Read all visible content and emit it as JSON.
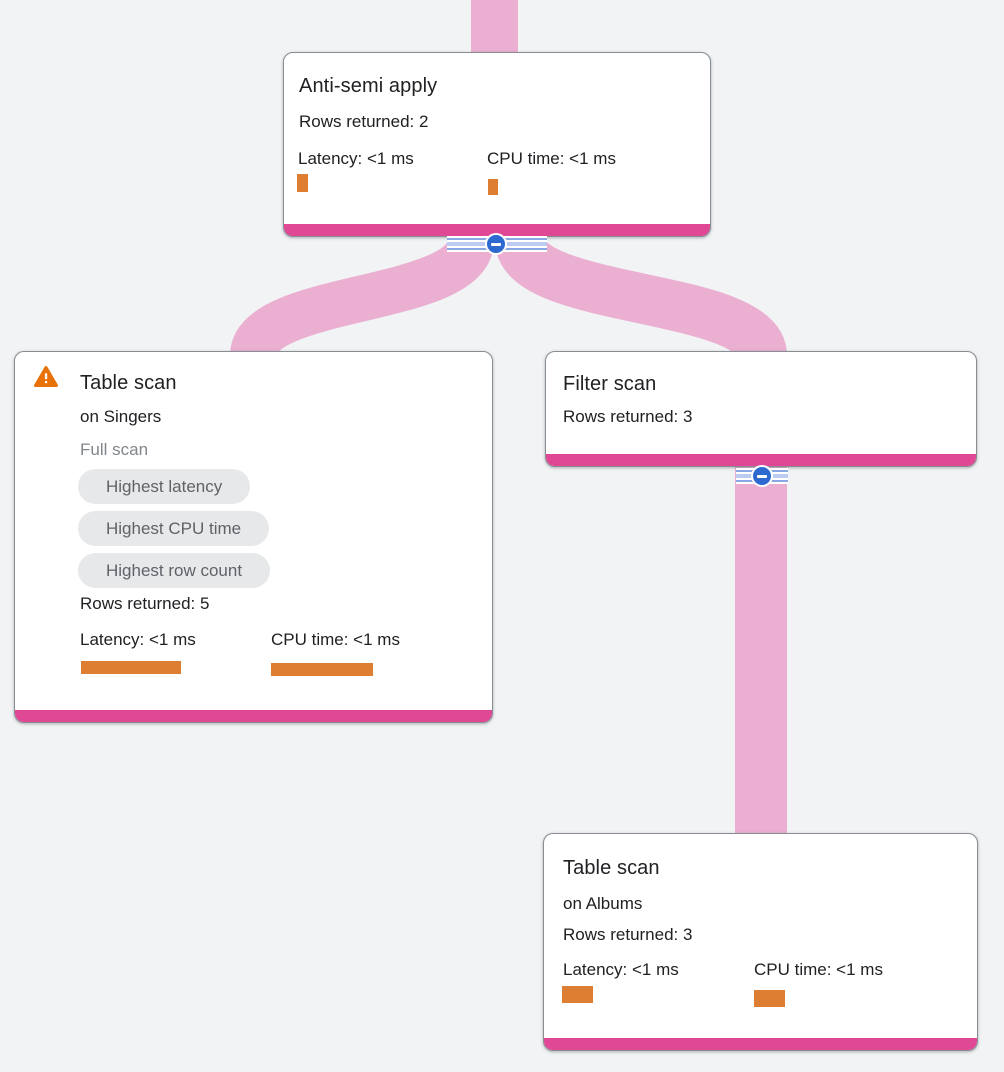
{
  "app": {
    "description_label": "Query execution plan graph",
    "colors": {
      "background": "#f1f3f4",
      "flow_pink": "#ebafd2",
      "node_bottom_bar_magenta": "#e04795",
      "metric_bar_orange": "#de7e33",
      "collapse_button_blue": "#2e69d0",
      "badge_background": "#e6e8ea",
      "badge_text": "#5f6368",
      "muted_text": "#80868b",
      "warning_orange": "#e8710a"
    },
    "icons": {
      "warning": "warning-triangle-icon",
      "collapse": "minus-circle-icon"
    }
  },
  "nodes": {
    "anti_semi_apply": {
      "title": "Anti-semi apply",
      "rows_returned": "Rows returned: 2",
      "latency_label": "Latency: <1 ms",
      "cpu_label": "CPU time: <1 ms"
    },
    "table_scan_singers": {
      "title": "Table scan",
      "subtitle": "on Singers",
      "scan_type": "Full scan",
      "badges": [
        "Highest latency",
        "Highest CPU time",
        "Highest row count"
      ],
      "rows_returned": "Rows returned: 5",
      "latency_label": "Latency: <1 ms",
      "cpu_label": "CPU time: <1 ms"
    },
    "filter_scan": {
      "title": "Filter scan",
      "rows_returned": "Rows returned: 3"
    },
    "table_scan_albums": {
      "title": "Table scan",
      "subtitle": "on Albums",
      "rows_returned": "Rows returned: 3",
      "latency_label": "Latency: <1 ms",
      "cpu_label": "CPU time: <1 ms"
    }
  }
}
